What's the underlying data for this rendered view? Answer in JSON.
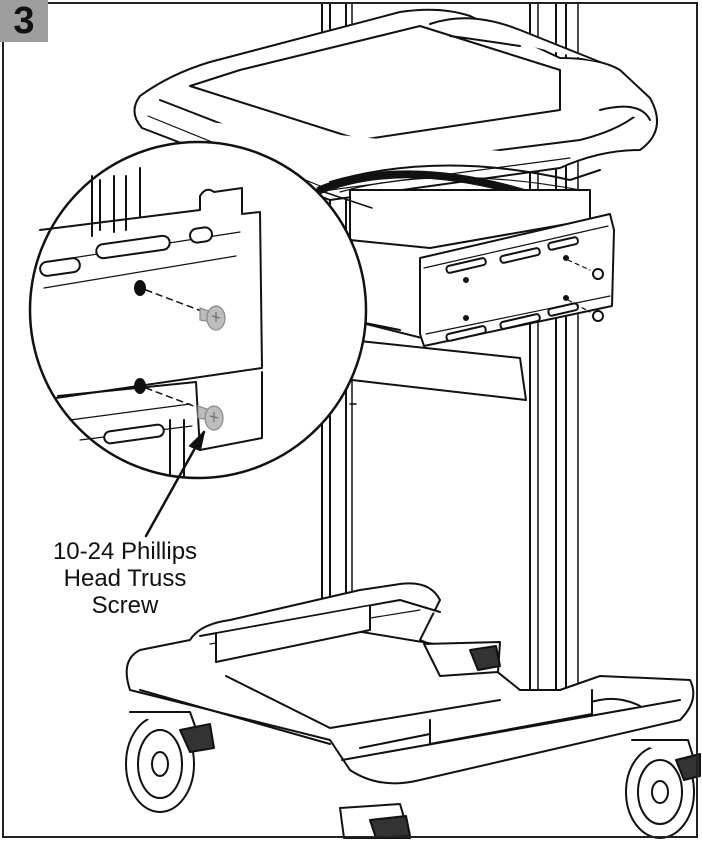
{
  "step": {
    "number": "3"
  },
  "callout": {
    "lines": [
      "10-24 Phillips",
      "Head Truss",
      "Screw"
    ]
  },
  "colors": {
    "line": "#111111",
    "badge": "#9e9e9e",
    "screw": "#bdbdbd"
  }
}
